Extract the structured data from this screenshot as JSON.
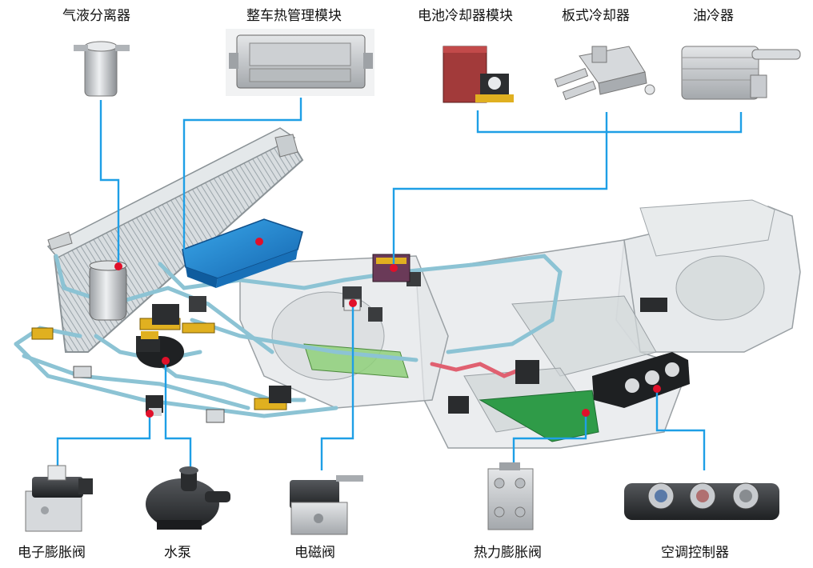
{
  "labels": {
    "gas_liquid_separator": "气液分离器",
    "thermal_module": "整车热管理模块",
    "battery_chiller_module": "电池冷却器模块",
    "plate_cooler": "板式冷却器",
    "oil_cooler": "油冷器",
    "electronic_expansion_valve": "电子膨胀阀",
    "water_pump": "水泵",
    "solenoid_valve": "电磁阀",
    "thermal_expansion_valve": "热力膨胀阀",
    "ac_controller": "空调控制器"
  },
  "colors": {
    "leader_line": "#1e9fe6",
    "callout_dot": "#e0102a",
    "pipe": "#8cc3d4",
    "module_blue": "#1d8fd8",
    "brass": "#e0b020"
  }
}
